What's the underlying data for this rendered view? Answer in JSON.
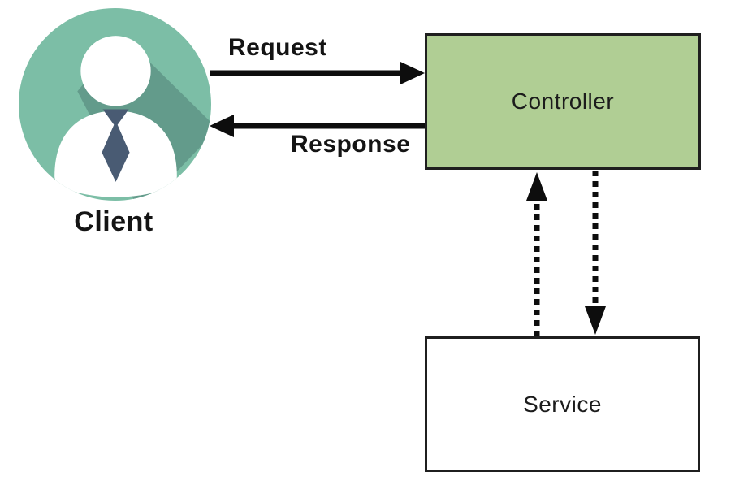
{
  "diagram": {
    "client": {
      "label": "Client"
    },
    "controller": {
      "label": "Controller"
    },
    "service": {
      "label": "Service"
    },
    "arrows": {
      "request_label": "Request",
      "response_label": "Response"
    },
    "colors": {
      "avatar_teal": "#7CBEA6",
      "avatar_shadow": "#639B8B",
      "avatar_tie": "#495B73",
      "avatar_white": "#FFFFFF",
      "controller_fill": "#B0CE94",
      "service_fill": "#FFFFFF",
      "box_border": "#1F1F1F",
      "arrow_black": "#0D0D0D",
      "background": "#FFFFFF"
    }
  }
}
